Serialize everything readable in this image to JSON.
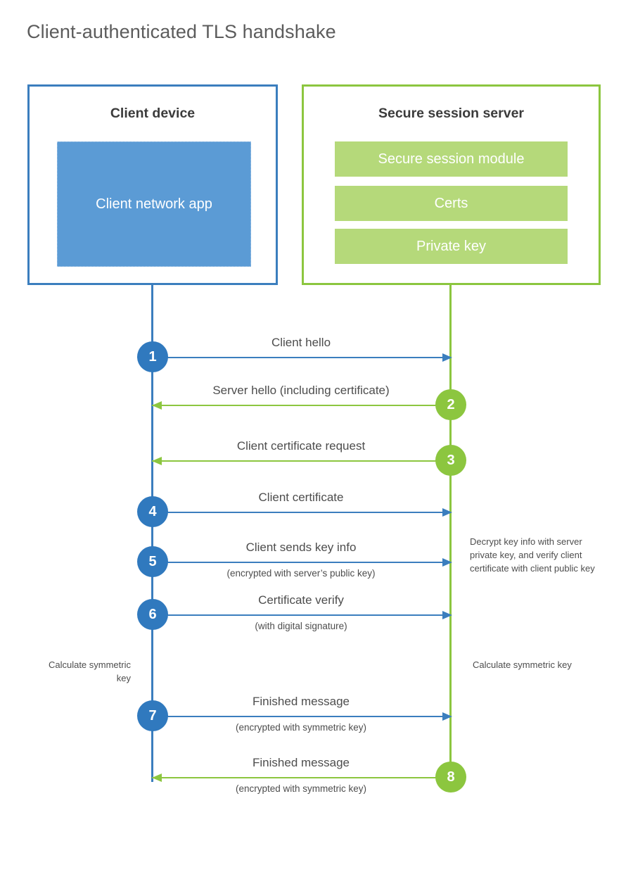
{
  "title": "Client-authenticated TLS handshake",
  "colors": {
    "client_accent": "#3b7ebe",
    "client_fill": "#5b9bd5",
    "client_badge": "#3079be",
    "server_accent": "#8cc63f",
    "server_fill": "#b5d97a",
    "text": "#4d4d4d",
    "title_text": "#5c5c5c"
  },
  "client": {
    "title": "Client device",
    "app_label": "Client network app"
  },
  "server": {
    "title": "Secure session server",
    "components": [
      "Secure session module",
      "Certs",
      "Private key"
    ]
  },
  "messages": [
    {
      "step": "1",
      "label": "Client hello",
      "sublabel": "",
      "direction": "client-to-server",
      "badge_side": "client"
    },
    {
      "step": "2",
      "label": "Server hello (including certificate)",
      "sublabel": "",
      "direction": "server-to-client",
      "badge_side": "server"
    },
    {
      "step": "3",
      "label": "Client certificate request",
      "sublabel": "",
      "direction": "server-to-client",
      "badge_side": "server"
    },
    {
      "step": "4",
      "label": "Client certificate",
      "sublabel": "",
      "direction": "client-to-server",
      "badge_side": "client"
    },
    {
      "step": "5",
      "label": "Client sends key info",
      "sublabel": "(encrypted with server’s public key)",
      "direction": "client-to-server",
      "badge_side": "client"
    },
    {
      "step": "6",
      "label": "Certificate verify",
      "sublabel": "(with digital signature)",
      "direction": "client-to-server",
      "badge_side": "client"
    },
    {
      "step": "7",
      "label": "Finished message",
      "sublabel": "(encrypted with symmetric key)",
      "direction": "client-to-server",
      "badge_side": "client"
    },
    {
      "step": "8",
      "label": "Finished message",
      "sublabel": "(encrypted with symmetric key)",
      "direction": "server-to-client",
      "badge_side": "server"
    }
  ],
  "notes": {
    "decrypt": "Decrypt key info with server private key, and verify client certificate with client public key",
    "calculate_client": "Calculate symmetric key",
    "calculate_server": "Calculate symmetric key"
  }
}
